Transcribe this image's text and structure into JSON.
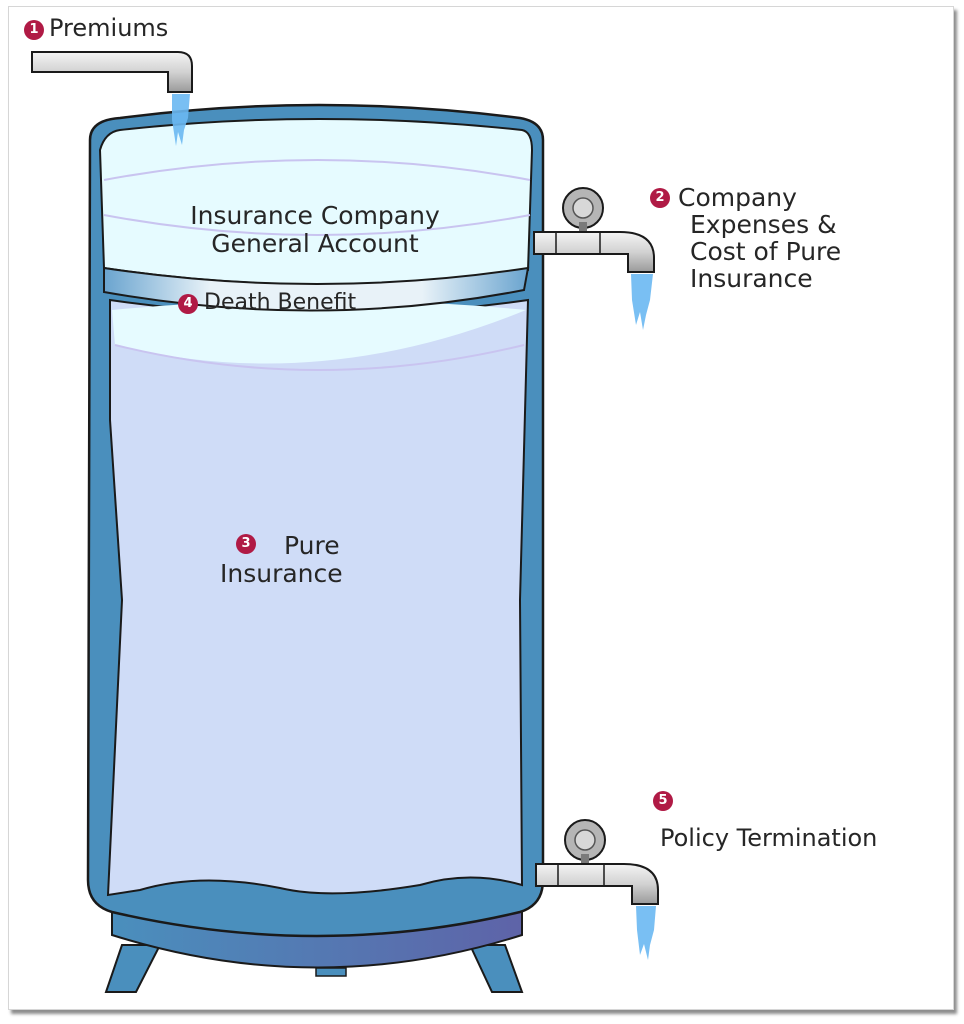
{
  "diagram": {
    "title": "Insurance tank flow diagram",
    "colors": {
      "tank_shell": "#4a8fbd",
      "tank_outline": "#1a1a1a",
      "general_account_fill": "#e6fbff",
      "pure_insurance_fill": "#cfdcf7",
      "band_fill": "#dcecf6",
      "base_gradient_start": "#4a8fbd",
      "base_gradient_end": "#5e63a8",
      "badge": "#b01a45",
      "water": "#6ab8f2",
      "pipe": "#cfcfcf"
    },
    "labels": {
      "premiums": {
        "number": "1",
        "text": "Premiums"
      },
      "expenses": {
        "number": "2",
        "lines": [
          "Company",
          "Expenses &",
          "Cost of Pure",
          "Insurance"
        ]
      },
      "pure_insurance": {
        "number": "3",
        "lines": [
          "Pure",
          "Insurance"
        ]
      },
      "death_benefit": {
        "number": "4",
        "text": "Death Benefit"
      },
      "general_account": {
        "lines": [
          "Insurance Company",
          "General Account"
        ]
      },
      "policy_termination": {
        "number": "5",
        "text": "Policy Termination"
      }
    },
    "icons": {
      "inflow_pipe": "pipe-icon",
      "expense_faucet": "faucet-icon",
      "termination_faucet": "faucet-icon",
      "water_stream": "water-icon"
    }
  }
}
